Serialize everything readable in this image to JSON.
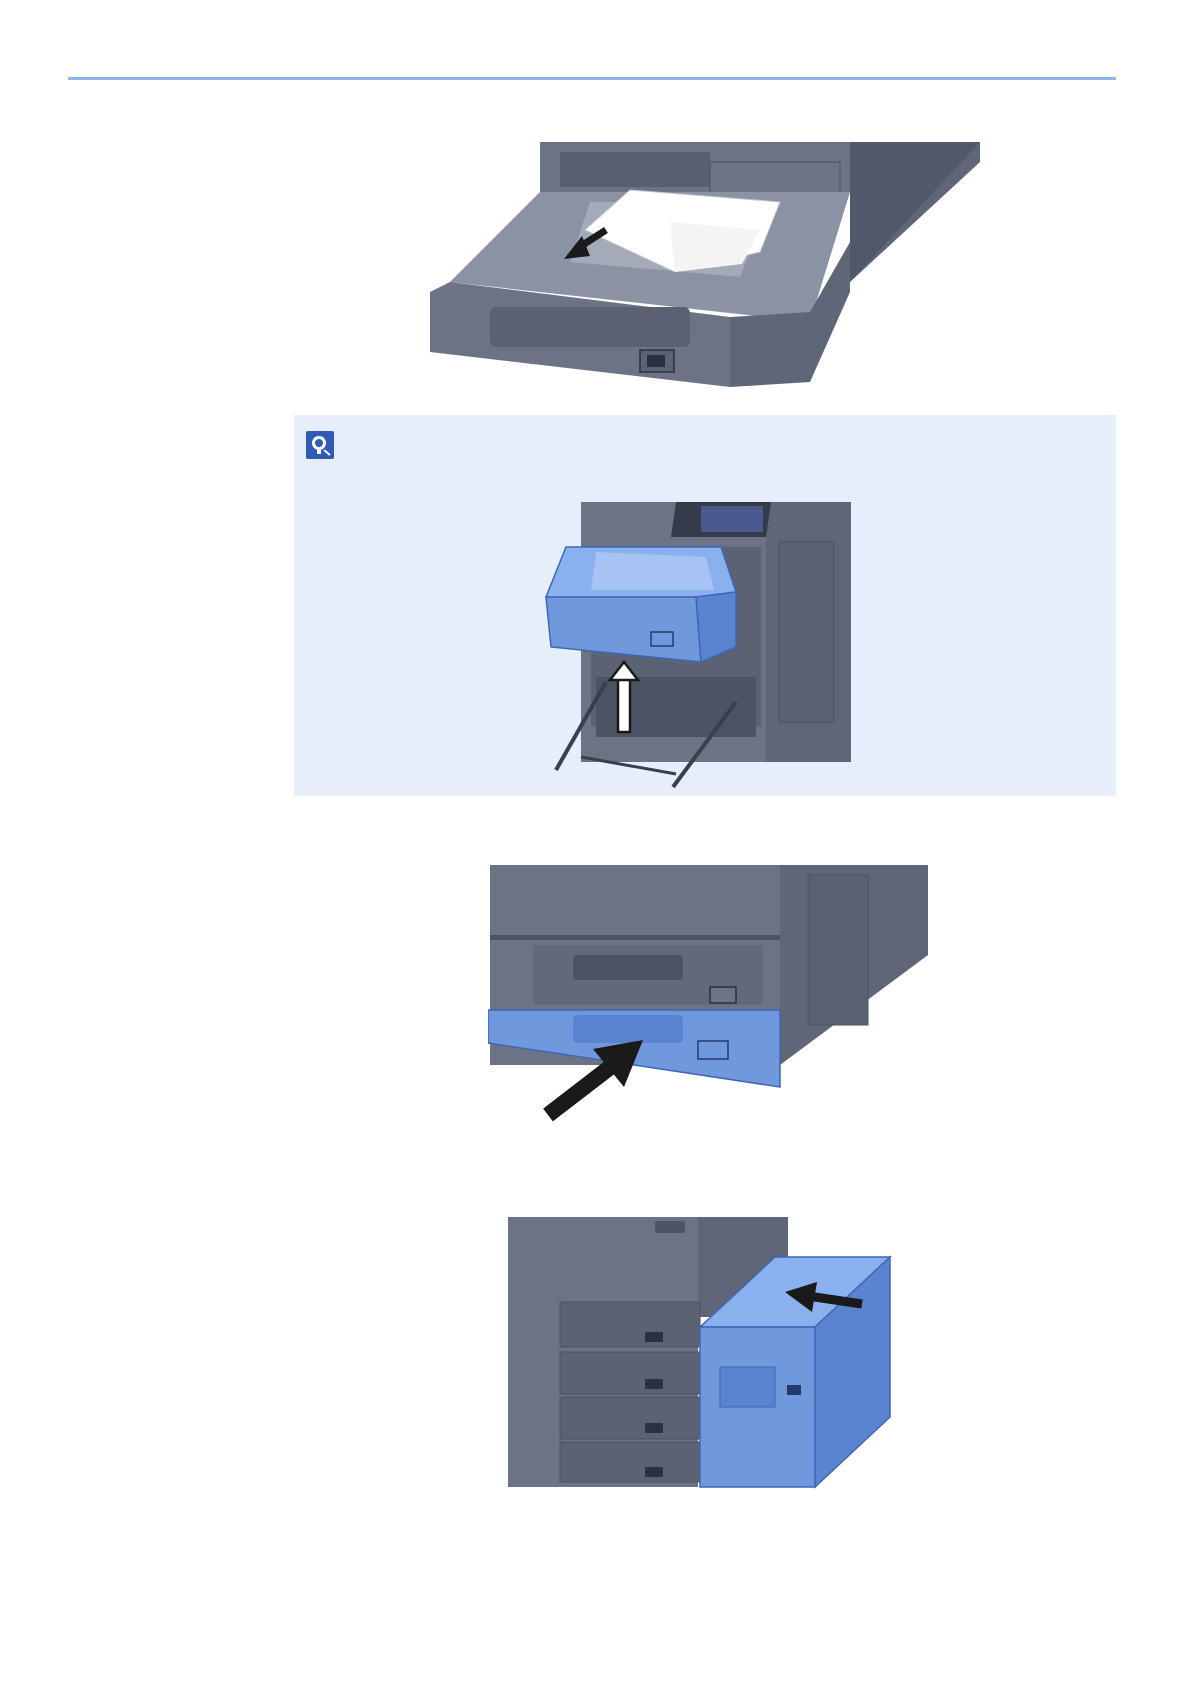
{
  "page": {
    "header_rule_color": "#8fb6e6",
    "accent_blue": "#6f98dd",
    "machine_gray": "#6b7385"
  },
  "note": {
    "panel_color": "#e7eefb",
    "icon": "note-icon"
  },
  "figures": [
    {
      "name": "remove-jammed-paper",
      "icon": "arrow-icon"
    },
    {
      "name": "tray-removal-guide-rails",
      "icon": "up-arrow-icon"
    },
    {
      "name": "close-cassette",
      "icon": "push-arrow-icon"
    },
    {
      "name": "close-side-feeder",
      "icon": "left-arrow-icon"
    }
  ]
}
